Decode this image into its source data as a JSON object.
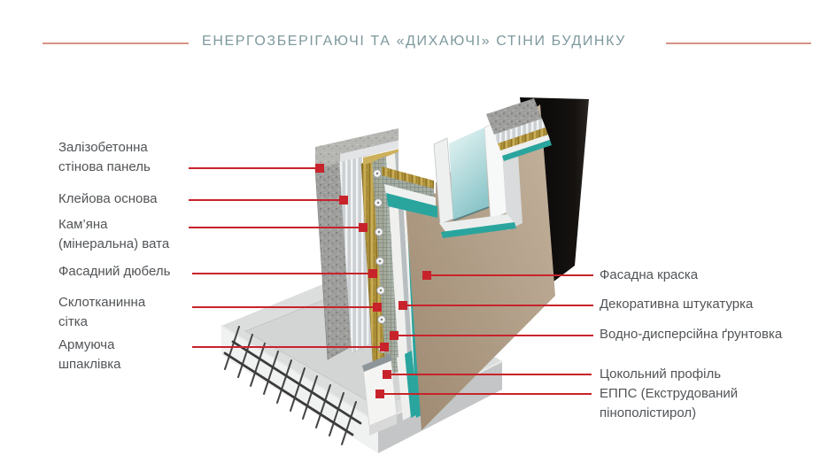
{
  "title": "ЕНЕРГОЗБЕРІГАЮЧІ ТА «ДИХАЮЧІ» СТІНИ БУДИНКУ",
  "colors": {
    "accent_red": "#c8232b",
    "title_text": "#7e999d",
    "title_line": "#d79484",
    "label_text": "#515457",
    "primer_teal": "#2aa59e",
    "mineral_wool": "#b99a3f",
    "facade_tan": "#b3a28c",
    "concrete_gray": "#9e9e9c",
    "membrane_black": "#0c0c0c"
  },
  "labels_left": [
    {
      "lines": [
        "Залізобетонна",
        "стінова панель"
      ]
    },
    {
      "lines": [
        "Клейова основа"
      ]
    },
    {
      "lines": [
        "Кам’яна",
        "(мінеральна) вата"
      ]
    },
    {
      "lines": [
        "Фасадний дюбель"
      ]
    },
    {
      "lines": [
        "Склотканинна",
        "сітка"
      ]
    },
    {
      "lines": [
        "Армуюча",
        "шпаклівка"
      ]
    }
  ],
  "labels_right": [
    {
      "lines": [
        "Фасадна краска"
      ]
    },
    {
      "lines": [
        "Декоративна штукатурка"
      ]
    },
    {
      "lines": [
        "Водно-дисперсійна ґрунтовка"
      ]
    },
    {
      "lines": [
        "Цокольний профіль"
      ]
    },
    {
      "lines": [
        "ЕППС (Екструдований",
        "пінополістирол)"
      ]
    }
  ]
}
